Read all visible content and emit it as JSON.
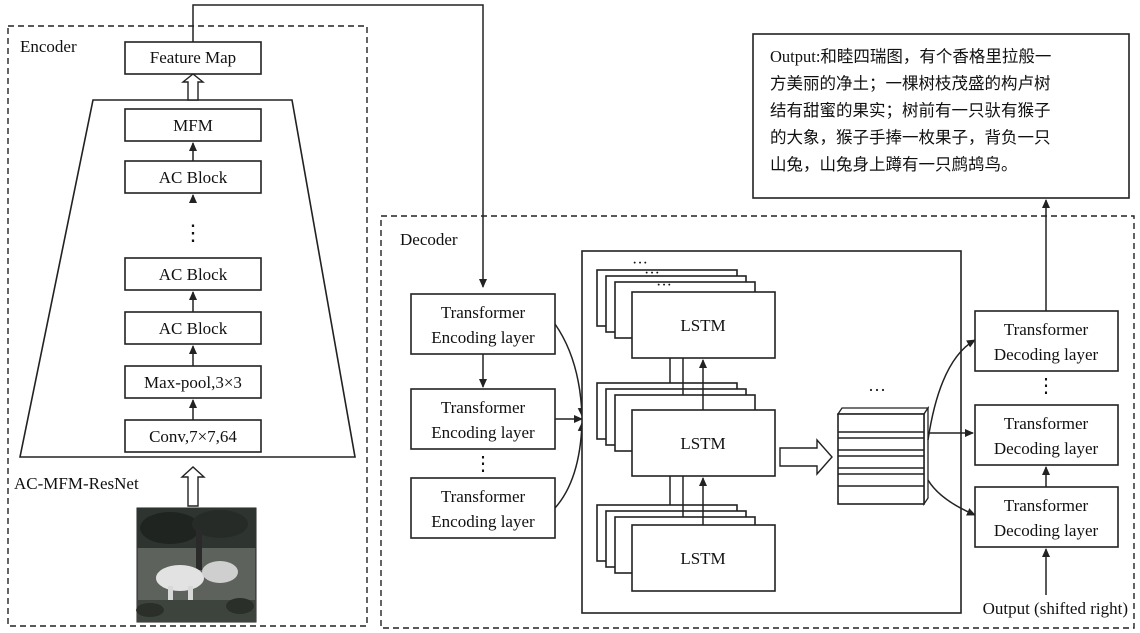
{
  "encoder": {
    "title": "Encoder",
    "feature_map": "Feature Map",
    "mfm": "MFM",
    "ac_block": "AC Block",
    "maxpool": "Max-pool,3×3",
    "conv": "Conv,7×7,64",
    "resnet": "AC-MFM-ResNet",
    "dots": "⋮"
  },
  "decoder": {
    "title": "Decoder",
    "enc_layer_1": "Transformer",
    "enc_layer_2": "Encoding layer",
    "dec_layer_1": "Transformer",
    "dec_layer_2": "Decoding layer",
    "lstm": "LSTM",
    "stack_dots": "···",
    "hdots": "···",
    "vdots": "⋮",
    "shifted": "Output (shifted  right)"
  },
  "output": {
    "lines": [
      "Output:和睦四瑞图，有个香格里拉般一",
      "方美丽的净土；一棵树枝茂盛的构卢树",
      "结有甜蜜的果实；树前有一只驮有猴子",
      "的大象，猴子手捧一枚果子，背负一只",
      "山兔，山兔身上蹲有一只鹧鸪鸟。"
    ]
  },
  "colors": {
    "line": "#222222",
    "image_dark": "#3a3f3a",
    "image_light": "#d8d8d8"
  }
}
